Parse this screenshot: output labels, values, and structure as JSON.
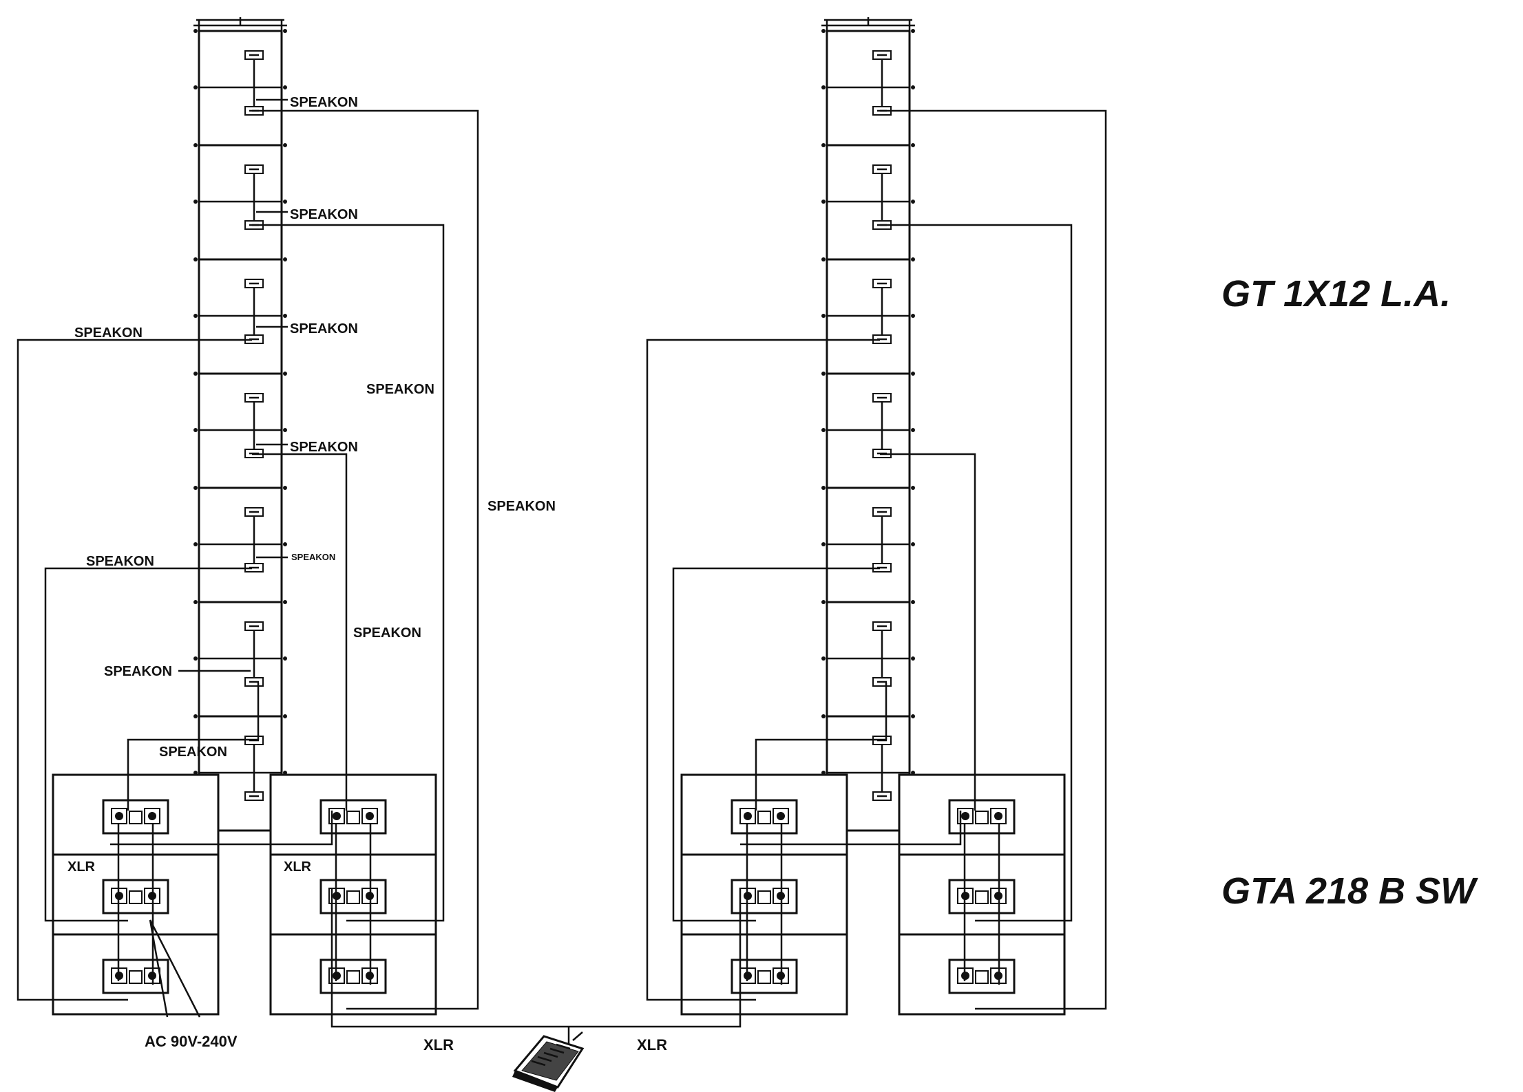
{
  "labels": {
    "top_array_title": "GT 1X12 L.A.",
    "sub_array_title": "GTA 218 B SW",
    "speakon": "SPEAKON",
    "xlr": "XLR",
    "ac_power": "AC 90V-240V"
  },
  "icons": {
    "mixer": "mixer-console-icon",
    "connector": "speakon-connector-icon",
    "amp_panel": "amplifier-panel-icon"
  },
  "colors": {
    "line": "#111111",
    "background": "#ffffff"
  }
}
